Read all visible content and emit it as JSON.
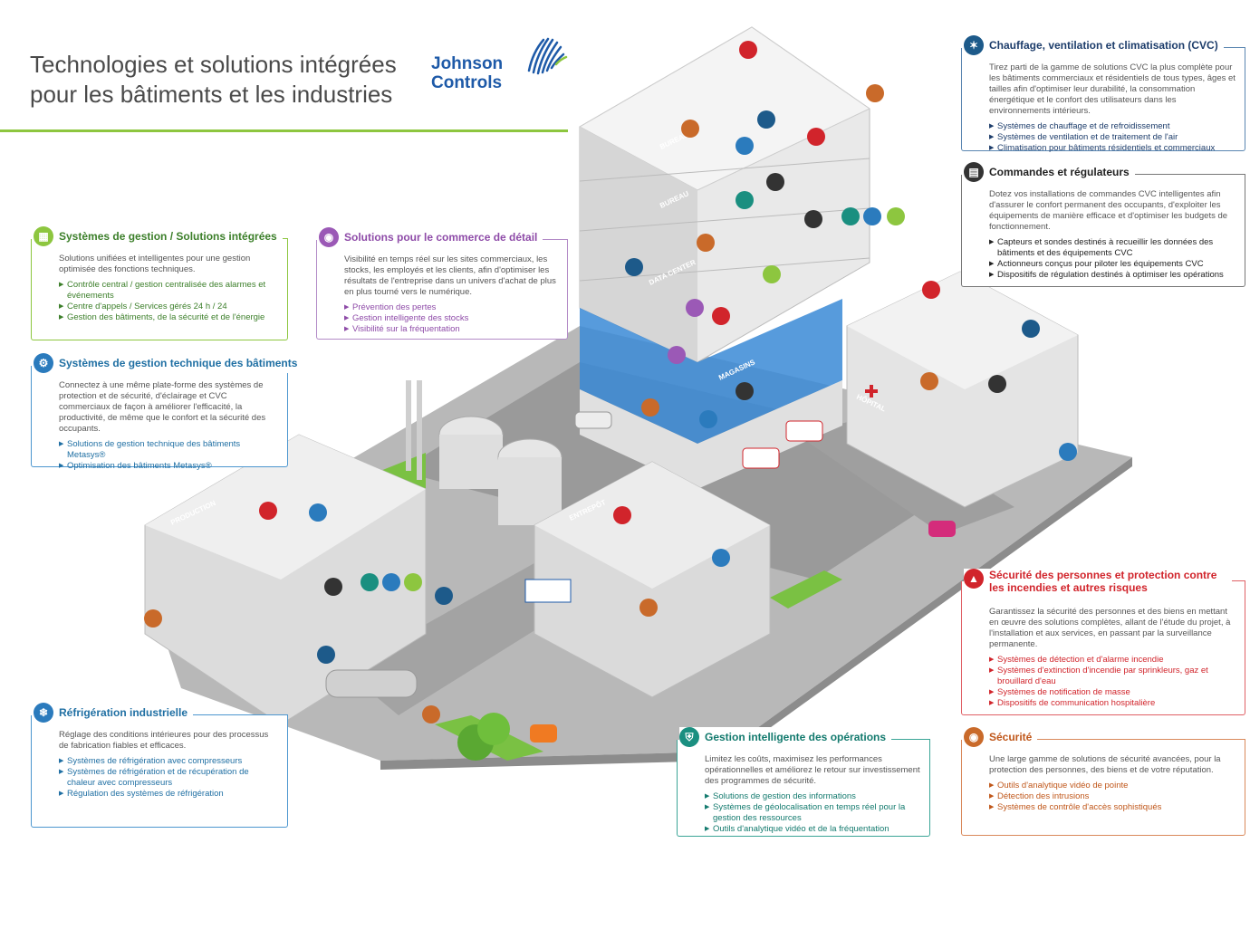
{
  "title": {
    "line1": "Technologies et solutions intégrées",
    "line2": "pour les bâtiments et les industries"
  },
  "logo": {
    "line1": "Johnson",
    "line2": "Controls",
    "color": "#1e5aa8"
  },
  "scene_labels": {
    "bureau1": "BUREAU",
    "bureau2": "BUREAU",
    "datacenter": "DATA CENTER",
    "magasins": "MAGASINS",
    "hopital": "HÔPITAL",
    "production": "PRODUCTION",
    "entrepot": "ENTREPÔT"
  },
  "panels": {
    "gestion": {
      "icon": "integrated-solutions-icon",
      "title": "Systèmes de gestion / Solutions intégrées",
      "desc": "Solutions unifiées et intelligentes pour une gestion optimisée des fonctions techniques.",
      "items": [
        "Contrôle central / gestion centralisée des alarmes et événements",
        "Centre d'appels / Services gérés 24 h / 24",
        "Gestion des bâtiments, de la sécurité et de l'énergie"
      ]
    },
    "commerce": {
      "icon": "retail-icon",
      "title": "Solutions pour le commerce de détail",
      "desc": "Visibilité en temps réel sur les sites commerciaux, les stocks, les employés et les clients, afin d'optimiser les résultats de l'entreprise dans un univers d'achat de plus en plus tourné vers le numérique.",
      "items": [
        "Prévention des pertes",
        "Gestion intelligente des stocks",
        "Visibilité sur la fréquentation"
      ]
    },
    "gtb": {
      "icon": "building-management-icon",
      "title": "Systèmes de gestion technique des bâtiments",
      "desc": "Connectez à une même plate-forme des systèmes de protection et de sécurité, d'éclairage et CVC commerciaux de façon à améliorer l'efficacité, la productivité, de même que le confort et la sécurité des occupants.",
      "items": [
        "Solutions de gestion technique des bâtiments Metasys®",
        "Optimisation des bâtiments Metasys®"
      ]
    },
    "cvc": {
      "icon": "hvac-icon",
      "title": "Chauffage, ventilation et climatisation (CVC)",
      "desc": "Tirez parti de la gamme de solutions CVC la plus complète pour les bâtiments commerciaux et résidentiels de tous types, âges et tailles afin d'optimiser leur durabilité, la consommation énergétique et le confort des utilisateurs dans les environnements intérieurs.",
      "items": [
        "Systèmes de chauffage et de refroidissement",
        "Systèmes de ventilation et de traitement de l'air",
        "Climatisation pour bâtiments résidentiels et commerciaux"
      ]
    },
    "commandes": {
      "icon": "controls-icon",
      "title": "Commandes et régulateurs",
      "desc": "Dotez vos installations de commandes CVC intelligentes afin d'assurer le confort permanent des occupants, d'exploiter les équipements de manière efficace et d'optimiser les budgets de fonctionnement.",
      "items": [
        "Capteurs et sondes destinés à recueillir les données des bâtiments et des équipements CVC",
        "Actionneurs conçus pour piloter les équipements CVC",
        "Dispositifs de régulation destinés à optimiser les opérations"
      ]
    },
    "incendie": {
      "icon": "fire-icon",
      "title": "Sécurité des personnes et protection contre les incendies et autres risques",
      "desc": "Garantissez la sécurité des personnes et des biens en mettant en œuvre des solutions complètes, allant de l'étude du projet, à l'installation et aux services, en passant par la surveillance permanente.",
      "items": [
        "Systèmes de détection et d'alarme incendie",
        "Systèmes d'extinction d'incendie par sprinkleurs, gaz et brouillard d'eau",
        "Systèmes de notification de masse",
        "Dispositifs de communication hospitalière"
      ]
    },
    "refrigeration": {
      "icon": "snowflake-icon",
      "title": "Réfrigération industrielle",
      "desc": "Réglage des conditions intérieures pour des processus de fabrication fiables et efficaces.",
      "items": [
        "Systèmes de réfrigération avec compresseurs",
        "Systèmes de réfrigération et de récupération de chaleur avec compresseurs",
        "Régulation des systèmes de réfrigération"
      ]
    },
    "operations": {
      "icon": "shield-icon",
      "title": "Gestion intelligente des opérations",
      "desc": "Limitez les coûts, maximisez les performances opérationnelles et améliorez le retour sur investissement des programmes de sécurité.",
      "items": [
        "Solutions de gestion des informations",
        "Systèmes de géolocalisation en temps réel pour la gestion des ressources",
        "Outils d'analytique vidéo et de la fréquentation"
      ]
    },
    "securite": {
      "icon": "fingerprint-icon",
      "title": "Sécurité",
      "desc": "Une large gamme de solutions de sécurité avancées, pour la protection des personnes, des biens et de votre réputation.",
      "items": [
        "Outils d'analytique vidéo de pointe",
        "Détection des intrusions",
        "Systèmes de contrôle d'accès sophistiqués"
      ]
    }
  },
  "colors": {
    "green": "#8dc63f",
    "purple": "#9b59b6",
    "blue": "#2b7bbd",
    "navy": "#1d5a8a",
    "red": "#d1242b",
    "orange": "#c96a2a",
    "teal": "#1a8f80"
  }
}
